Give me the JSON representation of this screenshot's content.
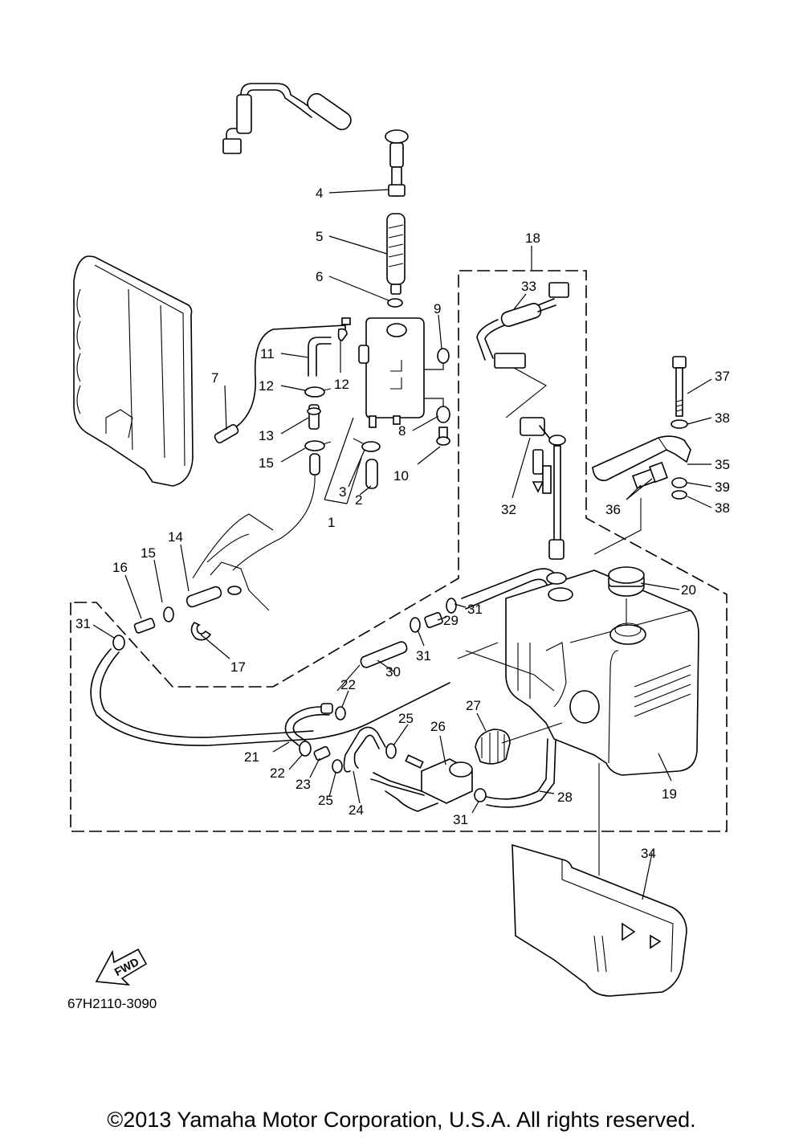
{
  "diagram": {
    "part_labels": [
      "1",
      "2",
      "3",
      "4",
      "5",
      "6",
      "7",
      "8",
      "9",
      "10",
      "11",
      "12",
      "12",
      "13",
      "14",
      "15",
      "15",
      "16",
      "17",
      "18",
      "19",
      "20",
      "21",
      "22",
      "22",
      "23",
      "24",
      "25",
      "25",
      "26",
      "27",
      "28",
      "29",
      "30",
      "31",
      "31",
      "31",
      "31",
      "32",
      "33",
      "34",
      "35",
      "36",
      "37",
      "38",
      "38",
      "39"
    ],
    "direction_marker": "FWD",
    "reference_code": "67H2110-3090"
  },
  "footer": {
    "copyright": "©2013 Yamaha Motor Corporation, U.S.A. All rights reserved."
  }
}
